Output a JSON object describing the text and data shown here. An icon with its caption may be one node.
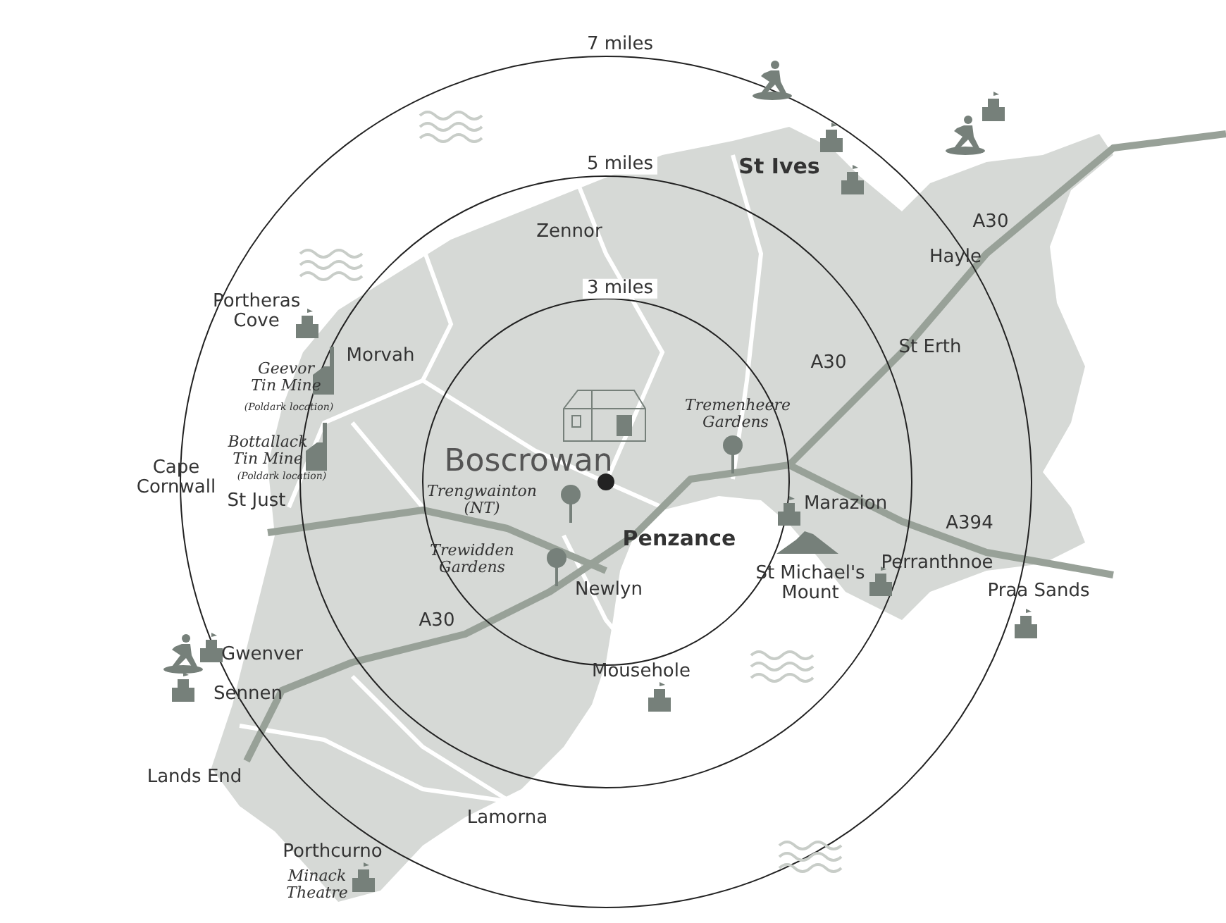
{
  "diagram": {
    "labels": [
      "7 miles",
      "St Ives",
      "5 miles",
      "A30",
      "Zennor",
      "Hayle",
      "Portheras Cove",
      "3 miles",
      "Morvah",
      "A30",
      "St Erth",
      "Geevor Tin Mine",
      "(Poldark location)",
      "Tremenheere Gardens",
      "Bottallack Tin Mine",
      "(Poldark location)",
      "Boscrowan",
      "Cape Cornwall",
      "St Just",
      "Trengwainton (NT)",
      "Marazion",
      "A394",
      "Penzance",
      "St Michael's Mount",
      "Perranthnoe",
      "Trewidden Gardens",
      "Newlyn",
      "Praa Sands",
      "A30",
      "Gwenver",
      "Mousehole",
      "Sennen",
      "Lands End",
      "Lamorna",
      "Porthcurno",
      "Minack Theatre"
    ]
  }
}
